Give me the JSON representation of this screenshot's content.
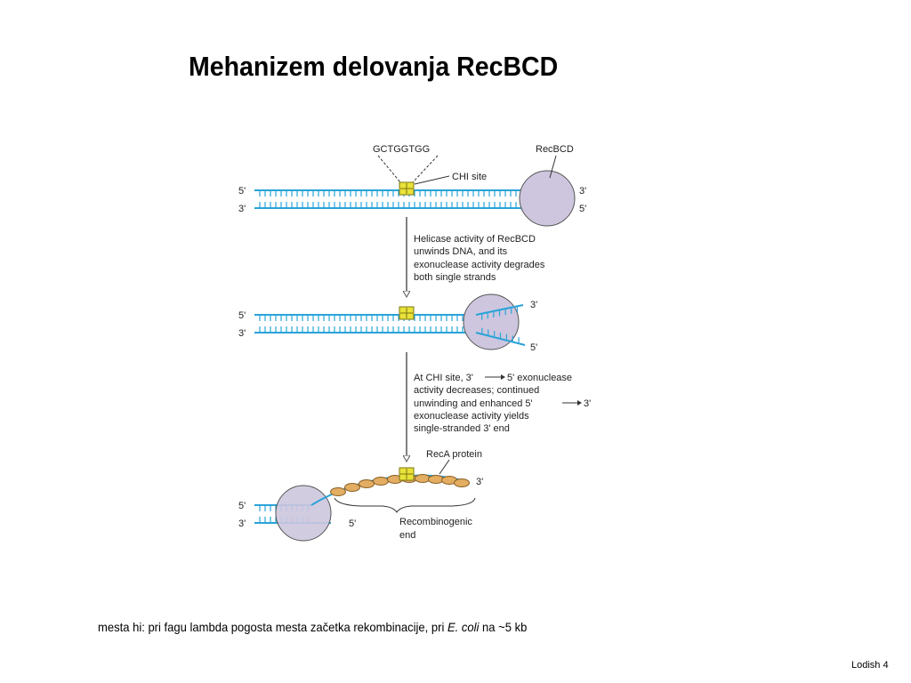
{
  "slide": {
    "title": "Mehanizem delovanja RecBCD",
    "footnote": {
      "before_italic": "mesta hi: pri fagu lambda pogosta mesta začetka rekombinacije, pri ",
      "italic": "E. coli",
      "after_italic": " na ~5 kb"
    },
    "credit": "Lodish 4"
  },
  "diagram": {
    "colors": {
      "dna": "#29a3d9",
      "enzyme_fill": "#cdc6de",
      "enzyme_stroke": "#555555",
      "chi_fill": "#e8e23a",
      "chi_stroke": "#7a7410",
      "reca_fill": "#e3ad62",
      "reca_stroke": "#8a6025",
      "arrow": "#555555"
    },
    "stage1": {
      "sequence_label": "GCTGGTGG",
      "chi_label": "CHI site",
      "enzyme_label": "RecBCD",
      "top_left_end": "5'",
      "bottom_left_end": "3'",
      "top_right_end": "3'",
      "bottom_right_end": "5'"
    },
    "step1_text": [
      "Helicase activity of RecBCD",
      "unwinds DNA, and its",
      "exonuclease activity degrades",
      "both single strands"
    ],
    "stage2": {
      "top_left_end": "5'",
      "bottom_left_end": "3'",
      "top_strand_end": "3'",
      "bottom_strand_end": "5'"
    },
    "step2_text": {
      "line1_a": "At CHI site, 3'",
      "line1_b": "5' exonuclease",
      "line2": "activity decreases; continued",
      "line3_a": "unwinding and enhanced 5'",
      "line3_b": "3'",
      "line4": "exonuclease activity yields",
      "line5": "single-stranded 3' end"
    },
    "stage3": {
      "reca_label": "RecA protein",
      "strand_end": "3'",
      "top_left_end": "5'",
      "bottom_left_end": "3'",
      "bottom_strand_end": "5'",
      "brace_label_line1": "Recombinogenic",
      "brace_label_line2": "end"
    }
  }
}
